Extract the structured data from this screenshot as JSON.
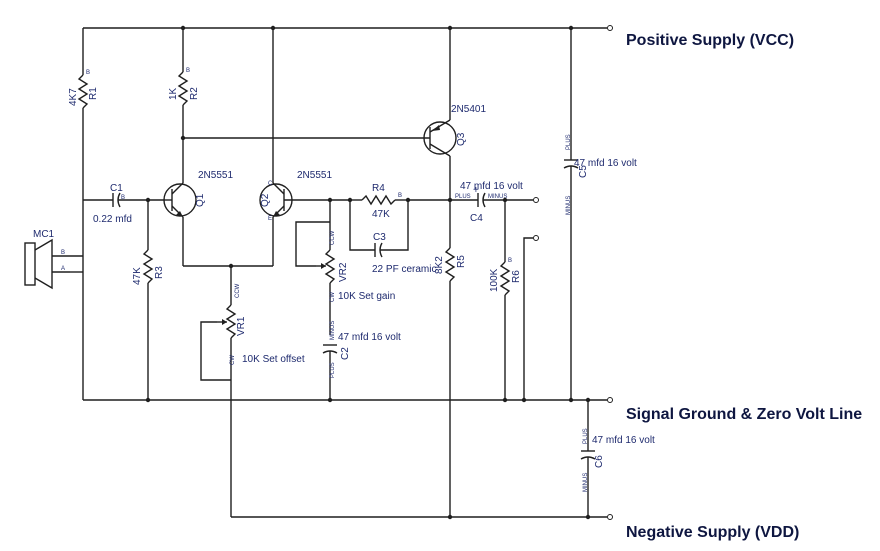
{
  "rails": {
    "vcc": "Positive Supply (VCC)",
    "ground": "Signal Ground & Zero Volt Line",
    "vdd": "Negative Supply (VDD)"
  },
  "components": {
    "r1": {
      "ref": "R1",
      "value": "4K7"
    },
    "r2": {
      "ref": "R2",
      "value": "1K"
    },
    "r3": {
      "ref": "R3",
      "value": "47K"
    },
    "r4": {
      "ref": "R4",
      "value": "47K"
    },
    "r5": {
      "ref": "R5",
      "value": "8K2"
    },
    "r6": {
      "ref": "R6",
      "value": "100K"
    },
    "q1": {
      "ref": "Q1",
      "value": "2N5551"
    },
    "q2": {
      "ref": "Q2",
      "value": "2N5551"
    },
    "q3": {
      "ref": "Q3",
      "value": "2N5401"
    },
    "c1": {
      "ref": "C1",
      "value": "0.22 mfd"
    },
    "c2": {
      "ref": "C2",
      "value": "47 mfd 16 volt"
    },
    "c3": {
      "ref": "C3",
      "value": "22 PF ceramic"
    },
    "c4": {
      "ref": "C4",
      "value": "47 mfd 16 volt"
    },
    "c5": {
      "ref": "C5",
      "value": "47 mfd 16 volt"
    },
    "c6": {
      "ref": "C6",
      "value": "47 mfd 16 volt"
    },
    "vr1": {
      "ref": "VR1",
      "value": "10K Set offset"
    },
    "vr2": {
      "ref": "VR2",
      "value": "10K Set gain"
    },
    "mc1": {
      "ref": "MC1"
    }
  },
  "pins": {
    "a": "A",
    "b": "B",
    "c": "C",
    "e": "E",
    "cw": "CW",
    "ccw": "CCW",
    "plus": "PLUS",
    "minus": "MINUS",
    "plus_sign": "+"
  },
  "colors": {
    "wire": "#1f1f1f",
    "label": "#1e2a6e",
    "rail_label": "#0e1640",
    "background": "#ffffff"
  }
}
